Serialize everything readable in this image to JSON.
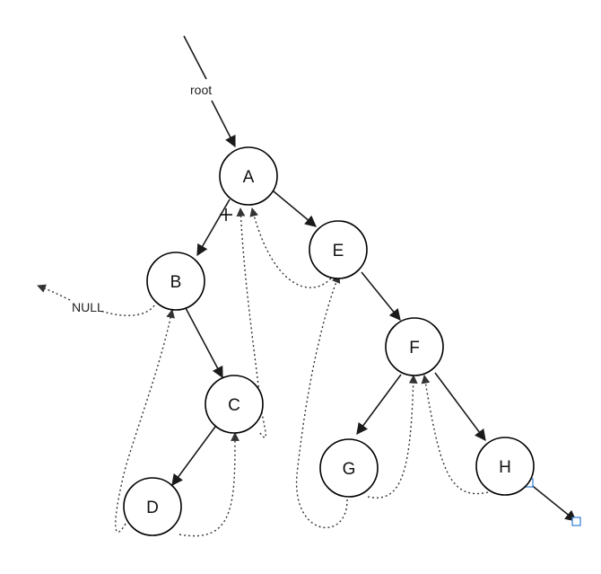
{
  "diagram": {
    "root_label": "root",
    "null_label": "NULL",
    "nodes": [
      {
        "id": "A",
        "label": "A"
      },
      {
        "id": "B",
        "label": "B"
      },
      {
        "id": "C",
        "label": "C"
      },
      {
        "id": "D",
        "label": "D"
      },
      {
        "id": "E",
        "label": "E"
      },
      {
        "id": "F",
        "label": "F"
      },
      {
        "id": "G",
        "label": "G"
      },
      {
        "id": "H",
        "label": "H"
      }
    ],
    "edges": [
      {
        "from": "A",
        "to": "B"
      },
      {
        "from": "A",
        "to": "E"
      },
      {
        "from": "B",
        "to": "C"
      },
      {
        "from": "C",
        "to": "D"
      },
      {
        "from": "E",
        "to": "F"
      },
      {
        "from": "F",
        "to": "G"
      },
      {
        "from": "F",
        "to": "H"
      }
    ],
    "threads": [
      {
        "from": "B",
        "to": "NULL"
      },
      {
        "from": "D",
        "to": "B"
      },
      {
        "from": "D",
        "to": "C"
      },
      {
        "from": "C",
        "to": "A"
      },
      {
        "from": "E",
        "to": "A"
      },
      {
        "from": "G",
        "to": "E"
      },
      {
        "from": "G",
        "to": "F"
      },
      {
        "from": "H",
        "to": "F"
      }
    ]
  }
}
